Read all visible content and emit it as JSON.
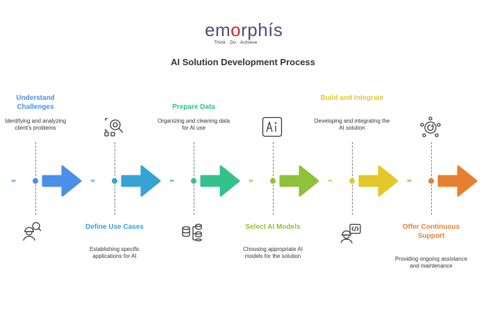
{
  "logo": {
    "word_start": "em",
    "word_o": "o",
    "word_end": "rphís",
    "tagline": "Think · Do · Achieve"
  },
  "title": "AI Solution Development Process",
  "colors": {
    "step1": "#4a8fe8",
    "step2": "#36a2d6",
    "step3": "#33c28a",
    "step4": "#8fc13a",
    "step5": "#e4c72a",
    "step6": "#e67f2e"
  },
  "steps": [
    {
      "title": "Understand Challenges",
      "desc": "Identifying and analyzing client's problems",
      "icon": "engineer-search-icon"
    },
    {
      "title": "Define Use Cases",
      "desc": "Establishing specific applications for AI",
      "icon": "search-nodes-icon"
    },
    {
      "title": "Prepare Data",
      "desc": "Organizing and cleaning data for AI use",
      "icon": "database-tree-icon"
    },
    {
      "title": "Select AI Models",
      "desc": "Choosing appropriate AI models for the solution",
      "icon": "ai-chip-icon"
    },
    {
      "title": "Build and Integrate",
      "desc": "Developing and integrating the AI solution",
      "icon": "developer-code-icon"
    },
    {
      "title": "Offer Continuous Support",
      "desc": "Providing ongoing assistance and maintenance",
      "icon": "support-cycle-icon"
    }
  ]
}
